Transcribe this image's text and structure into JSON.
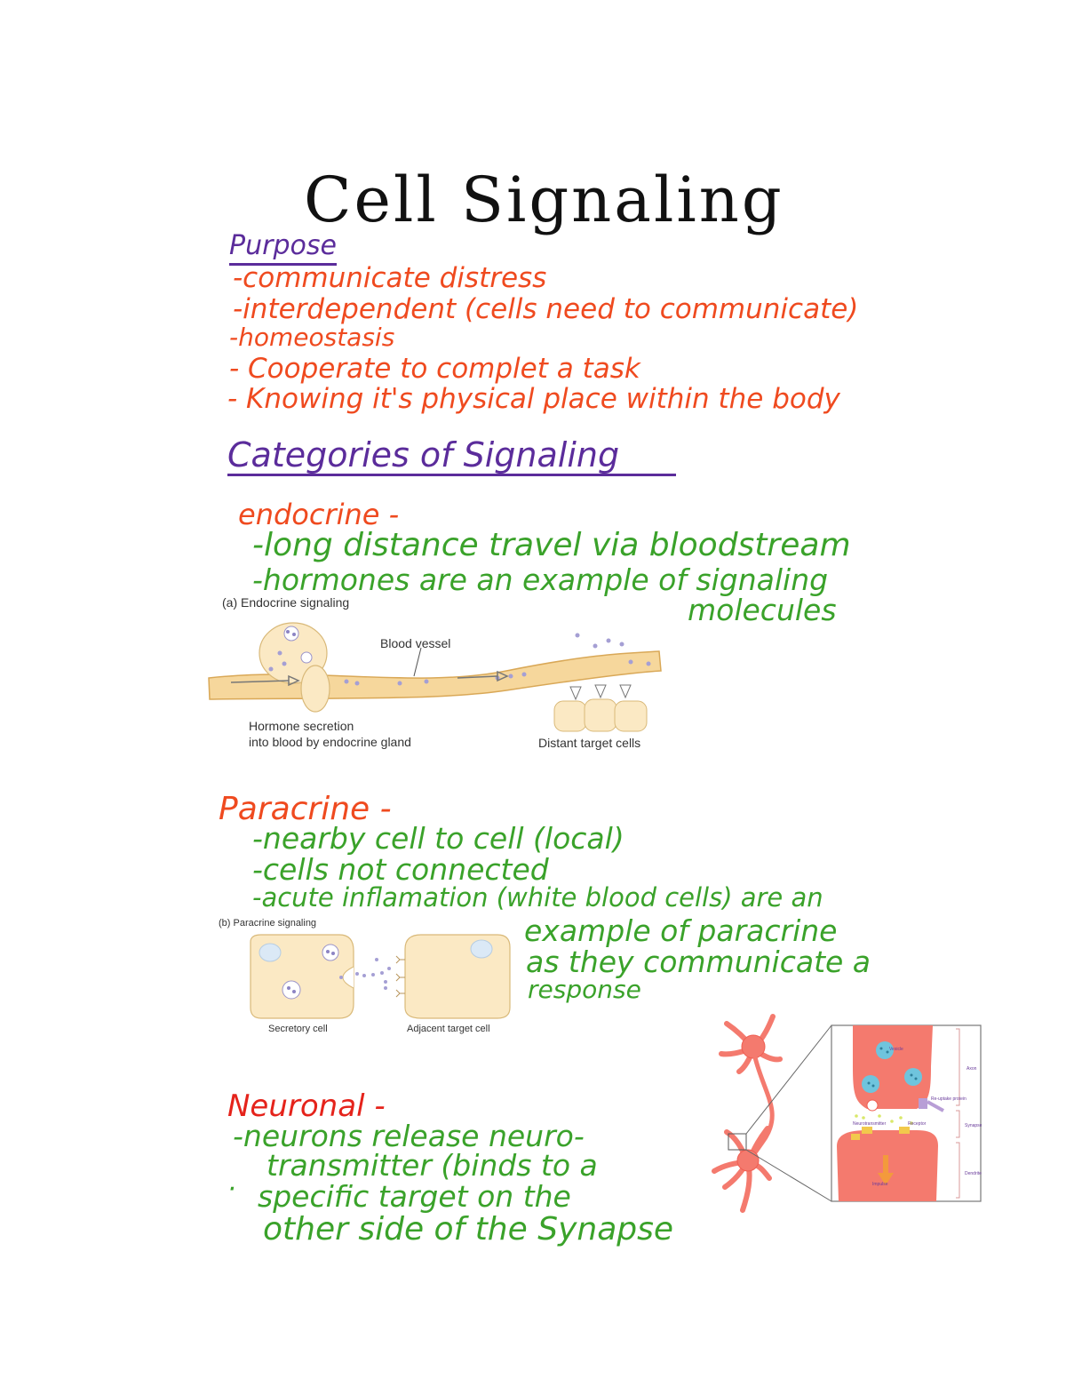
{
  "title": "Cell Signaling",
  "purpose": {
    "heading": "Purpose",
    "items": [
      "-communicate distress",
      "-interdependent (cells need to communicate)",
      "-homeostasis",
      "- Cooperate to complet a task",
      "- Knowing it's physical place within the body"
    ]
  },
  "categories": {
    "heading": "Categories of Signaling",
    "endocrine": {
      "heading": "endocrine -",
      "items": [
        "-long distance travel via bloodstream",
        "-hormones are an example of signaling",
        "molecules"
      ],
      "figure": {
        "caption": "(a) Endocrine signaling",
        "label_vessel": "Blood vessel",
        "label_secretion_1": "Hormone secretion",
        "label_secretion_2": "into blood by endocrine gland",
        "label_targets": "Distant target cells"
      }
    },
    "paracrine": {
      "heading": "Paracrine -",
      "items": [
        "-nearby cell to cell (local)",
        "-cells not connected",
        "-acute inflamation (white blood cells) are an",
        "example of paracrine",
        "as they communicate a",
        "response"
      ],
      "figure": {
        "caption": "(b) Paracrine signaling",
        "label_secretory": "Secretory cell",
        "label_adjacent": "Adjacent target cell"
      }
    },
    "neuronal": {
      "heading": "Neuronal -",
      "items": [
        "-neurons release neuro-",
        "transmitter (binds to a",
        "specific target on the",
        "other side of the Synapse"
      ],
      "bullet": "·",
      "figure": {
        "label_vesicle": "Vesicle",
        "label_neurotransmitter": "Neurotransmitter",
        "label_receptor": "Receptor",
        "label_reuptake": "Re-uptake protein",
        "label_axon": "Axon",
        "label_synapse": "Synapse",
        "label_dendrite": "Dendrite",
        "label_impulse": "Impulse"
      }
    }
  },
  "colors": {
    "title": "#111111",
    "heading": "#5b2c9b",
    "notes_orange": "#ef4a1f",
    "notes_green": "#3aa22a",
    "neuron": "#f47a6e"
  }
}
